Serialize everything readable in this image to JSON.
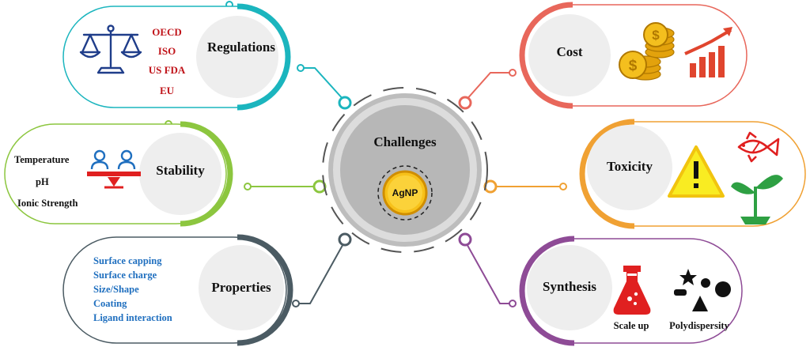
{
  "center": {
    "title": "Challenges",
    "core": "AgNP"
  },
  "regulations": {
    "title": "Regulations",
    "items": [
      "OECD",
      "ISO",
      "US FDA",
      "EU"
    ],
    "color": "#1bb5be",
    "icon": "scales-icon"
  },
  "stability": {
    "title": "Stability",
    "items": [
      "Temperature",
      "pH",
      "Ionic Strength"
    ],
    "color": "#8cc63f",
    "icon": "people-seesaw-icon"
  },
  "properties": {
    "title": "Properties",
    "items": [
      "Surface capping",
      "Surface charge",
      "Size/Shape",
      "Coating",
      "Ligand interaction"
    ],
    "color": "#4b5b63",
    "icon": "none"
  },
  "cost": {
    "title": "Cost",
    "color": "#e8675b",
    "icon": "coins-growth-chart-icon"
  },
  "toxicity": {
    "title": "Toxicity",
    "color": "#f0a133",
    "icon": "warning-fish-plant-icon"
  },
  "synthesis": {
    "title": "Synthesis",
    "captions": [
      "Scale up",
      "Polydispersity"
    ],
    "color": "#8e4b96",
    "icon": "flask-shapes-icon"
  }
}
